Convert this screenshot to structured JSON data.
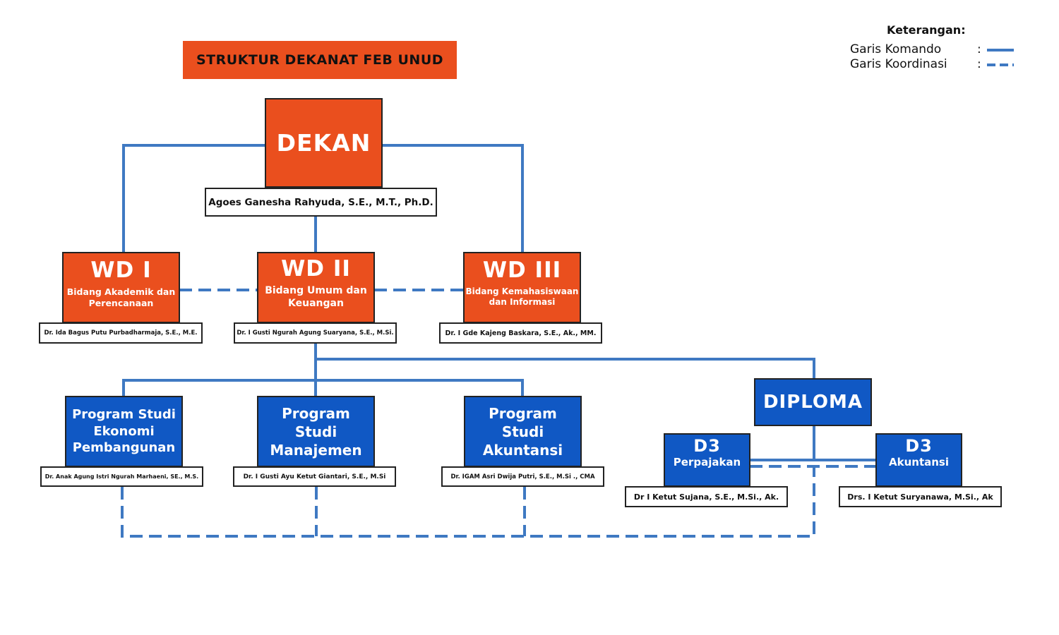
{
  "title": "STRUKTUR DEKANAT FEB UNUD",
  "legend": {
    "heading": "Keterangan:",
    "command_label": "Garis Komando",
    "coordination_label": "Garis Koordinasi",
    "separator": ":"
  },
  "colors": {
    "orange": "#ea4f1e",
    "blue": "#1058c4",
    "line": "#3f79c2"
  },
  "dekan": {
    "title": "DEKAN",
    "name": "Agoes Ganesha Rahyuda, S.E., M.T., Ph.D."
  },
  "wakil_dekan": [
    {
      "title": "WD I",
      "field": "Bidang Akademik dan Perencanaan",
      "name": "Dr. Ida Bagus Putu Purbadharmaja, S.E., M.E."
    },
    {
      "title": "WD II",
      "field": "Bidang Umum dan Keuangan",
      "name": "Dr. I Gusti Ngurah Agung Suaryana, S.E., M.Si."
    },
    {
      "title": "WD III",
      "field": "Bidang Kemahasiswaan dan Informasi",
      "name": "Dr. I Gde Kajeng Baskara, S.E., Ak., MM."
    }
  ],
  "program_studi": [
    {
      "title": "Program Studi Ekonomi Pembangunan",
      "name": "Dr. Anak Agung Istri Ngurah Marhaeni, SE., M.S."
    },
    {
      "title": "Program Studi Manajemen",
      "name": "Dr. I Gusti Ayu Ketut Giantari, S.E., M.Si"
    },
    {
      "title": "Program Studi Akuntansi",
      "name": "Dr. IGAM Asri Dwija Putri, S.E., M.Si ., CMA"
    }
  ],
  "diploma": {
    "title": "DIPLOMA",
    "units": [
      {
        "title": "D3",
        "field": "Perpajakan",
        "name": "Dr I Ketut Sujana, S.E., M.Si., Ak."
      },
      {
        "title": "D3",
        "field": "Akuntansi",
        "name": "Drs. I Ketut Suryanawa, M.Si., Ak"
      }
    ]
  }
}
